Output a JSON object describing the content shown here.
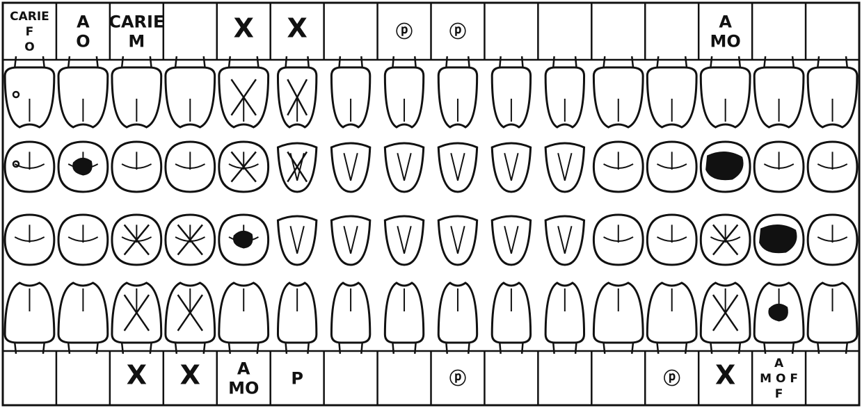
{
  "upper_cells": [
    [
      "CARIE",
      "F",
      "O"
    ],
    [
      "A",
      "O"
    ],
    [
      "CARIE",
      "M"
    ],
    [],
    [
      "X"
    ],
    [
      "X"
    ],
    [],
    [
      "ⓟ"
    ],
    [
      "ⓟ"
    ],
    [],
    [],
    [],
    [],
    [
      "A",
      "MO"
    ],
    [],
    []
  ],
  "lower_cells": [
    [],
    [],
    [
      "X"
    ],
    [
      "X"
    ],
    [
      "A",
      "MO"
    ],
    [
      "P"
    ],
    [],
    [],
    [
      "ⓟ"
    ],
    [],
    [],
    [],
    [
      "ⓟ"
    ],
    [
      "X"
    ],
    [
      "A",
      "M O F",
      "F"
    ],
    []
  ],
  "teeth": {
    "row1_marks": [
      "pit",
      "",
      "",
      "",
      "X",
      "X",
      "",
      "",
      "",
      "",
      "",
      "",
      "",
      "",
      "",
      ""
    ],
    "row2_marks": [
      "pit",
      "caries",
      "",
      "",
      "X",
      "X",
      "",
      "",
      "",
      "",
      "",
      "",
      "",
      "caries-large",
      "",
      ""
    ],
    "row3_marks": [
      "",
      "",
      "X",
      "X",
      "caries",
      "",
      "",
      "",
      "",
      "",
      "",
      "",
      "",
      "X",
      "caries-large",
      ""
    ],
    "row4_marks": [
      "",
      "",
      "X",
      "X",
      "",
      "",
      "",
      "",
      "",
      "",
      "",
      "",
      "",
      "X",
      "caries",
      ""
    ]
  },
  "colors": {
    "ink": "#111111",
    "paper": "#ffffff"
  }
}
